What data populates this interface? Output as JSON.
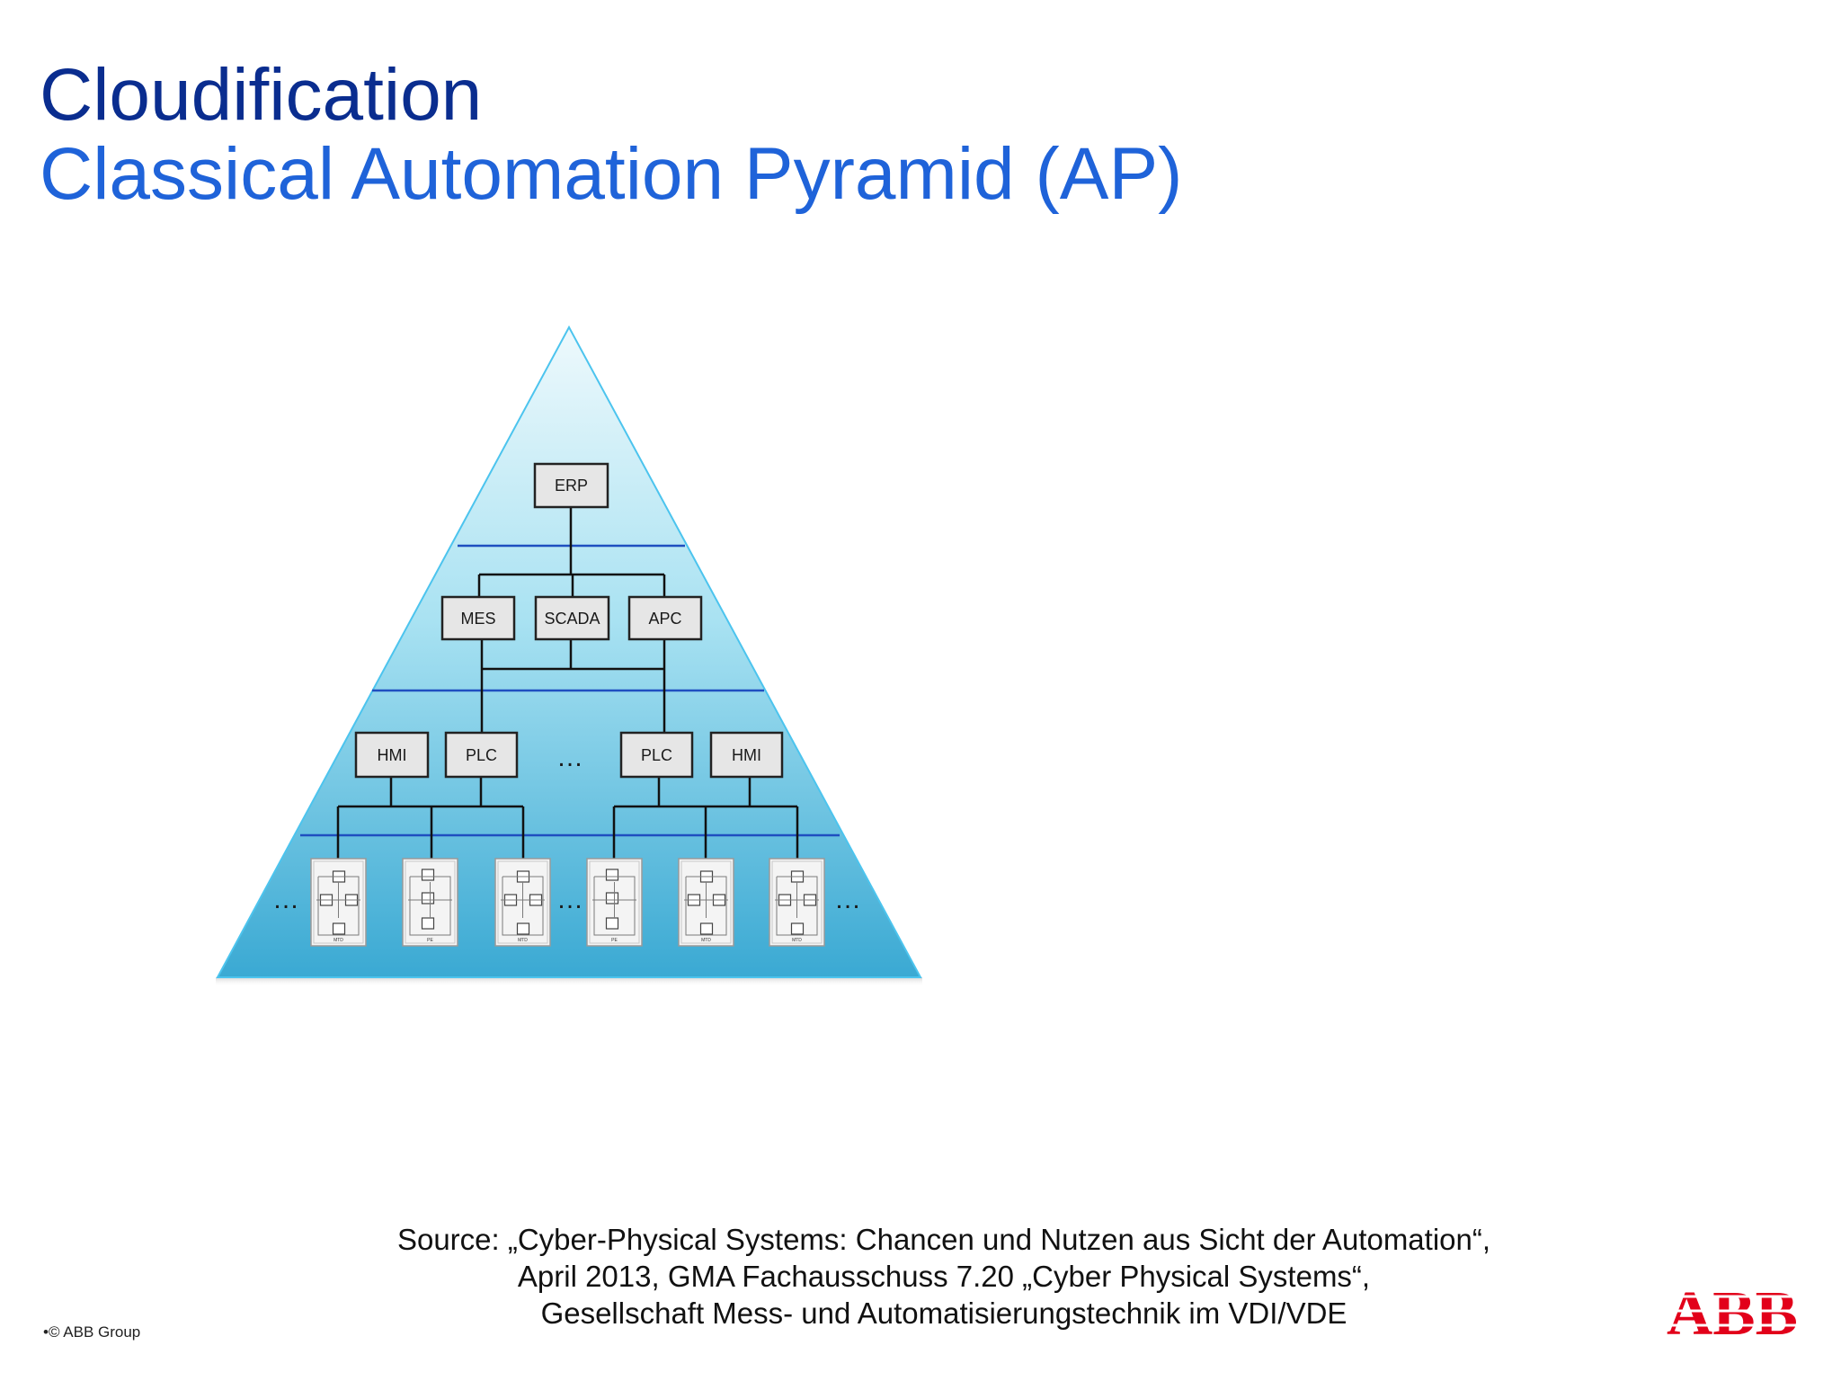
{
  "slide": {
    "title": "Cloudification",
    "subtitle": "Classical Automation Pyramid (AP)"
  },
  "diagram": {
    "top_level": "ERP",
    "mid_level": [
      "MES",
      "SCADA",
      "APC"
    ],
    "control_level": [
      "HMI",
      "PLC",
      "PLC",
      "HMI"
    ],
    "ellipsis": "…",
    "field_devices": [
      {
        "label": "MTD"
      },
      {
        "label": "PE"
      },
      {
        "label": "MTD"
      },
      {
        "label": "PE"
      },
      {
        "label": "MTD"
      },
      {
        "label": "MTD"
      }
    ],
    "colors": {
      "pyramid_top": "#eaf9fc",
      "pyramid_bottom": "#43aed6",
      "pyramid_outline": "#4cc4ee",
      "level_divider": "#1f4fc0",
      "box_fill": "#e6e6e6",
      "box_border": "#222222"
    }
  },
  "source": {
    "lines": [
      "Source: „Cyber-Physical Systems: Chancen und Nutzen aus Sicht der Automation“,",
      "April 2013, GMA Fachausschuss 7.20 „Cyber Physical Systems“,",
      "Gesellschaft Mess- und Automatisierungstechnik im VDI/VDE"
    ]
  },
  "footer": {
    "copyright": "•© ABB Group",
    "logo_text": "ABB",
    "logo_color": "#e2001a"
  }
}
